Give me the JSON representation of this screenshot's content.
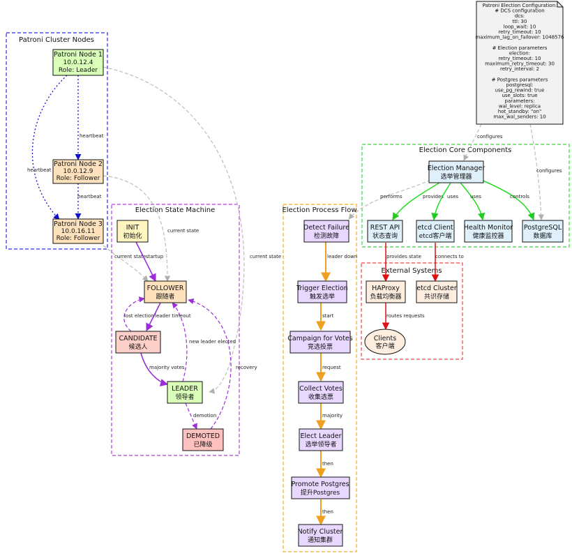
{
  "clusters": {
    "nodes": "Patroni Cluster Nodes",
    "state": "Election State Machine",
    "process": "Election Process Flow",
    "core": "Election Core Components",
    "external": "External Systems"
  },
  "patroni": {
    "node1": [
      "Patroni Node 1",
      "10.0.12.4",
      "Role: Leader"
    ],
    "node2": [
      "Patroni Node 2",
      "10.0.12.9",
      "Role: Follower"
    ],
    "node3": [
      "Patroni Node 3",
      "10.0.16.11",
      "Role: Follower"
    ]
  },
  "states": {
    "init": [
      "INIT",
      "初始化"
    ],
    "follower": [
      "FOLLOWER",
      "跟随者"
    ],
    "candidate": [
      "CANDIDATE",
      "候选人"
    ],
    "leader": [
      "LEADER",
      "领导者"
    ],
    "demoted": [
      "DEMOTED",
      "已降级"
    ]
  },
  "process": {
    "detect": [
      "Detect Failure",
      "检测故障"
    ],
    "trigger": [
      "Trigger Election",
      "触发选举"
    ],
    "campaign": [
      "Campaign for Votes",
      "竞选投票"
    ],
    "collect": [
      "Collect Votes",
      "收集选票"
    ],
    "elect": [
      "Elect Leader",
      "选举领导者"
    ],
    "promote": [
      "Promote Postgres",
      "提升Postgres"
    ],
    "notify": [
      "Notify Cluster",
      "通知集群"
    ]
  },
  "core": {
    "manager": [
      "Election Manager",
      "选举管理器"
    ],
    "rest": [
      "REST API",
      "状态查询"
    ],
    "etcdclient": [
      "etcd Client",
      "etcd客户端"
    ],
    "health": [
      "Health Monitor",
      "健康监控器"
    ],
    "pg": [
      "PostgreSQL",
      "数据库"
    ]
  },
  "external": {
    "haproxy": [
      "HAProxy",
      "负载均衡器"
    ],
    "etcdcluster": [
      "etcd Cluster",
      "共识存储"
    ],
    "clients": [
      "Clients",
      "客户端"
    ]
  },
  "config_lines": [
    "Patroni Election Configuration:",
    "# DCS configuration",
    "dcs:",
    "ttl: 30",
    "loop_wait: 10",
    "retry_timeout: 10",
    "maximum_lag_on_failover: 1048576",
    "",
    "# Election parameters",
    "election:",
    "retry_timeout: 10",
    "maximum_retry_timeout: 30",
    "retry_interval: 2",
    "",
    "# Postgres parameters",
    "postgresql:",
    "use_pg_rewind: true",
    "use_slots: true",
    "parameters:",
    "wal_level: replica",
    "hot_standby: \"on\"",
    "max_wal_senders: 10"
  ],
  "edge_labels": {
    "heartbeat12": "heartbeat",
    "heartbeat13": "heartbeat",
    "heartbeat23": "heartbeat",
    "current_state_n1": "current state",
    "current_state_n2": "current state",
    "current_state_n3": "current state",
    "startup": "startup",
    "leader_timeout": "leader timeout",
    "lost_election": "lost election",
    "majority_votes": "majority votes",
    "new_leader_elected": "new leader elected",
    "demotion": "demotion",
    "recovery": "recovery",
    "leader_down": "leader down",
    "start": "start",
    "request": "request",
    "majority": "majority",
    "then1": "then",
    "then2": "then",
    "configures_mgr": "configures",
    "configures_pg": "configures",
    "performs": "performs",
    "provides": "provides",
    "uses1": "uses",
    "uses2": "uses",
    "controls": "controls",
    "provides_state": "provides state",
    "connects_to": "connects to",
    "routes_requests": "routes requests"
  }
}
